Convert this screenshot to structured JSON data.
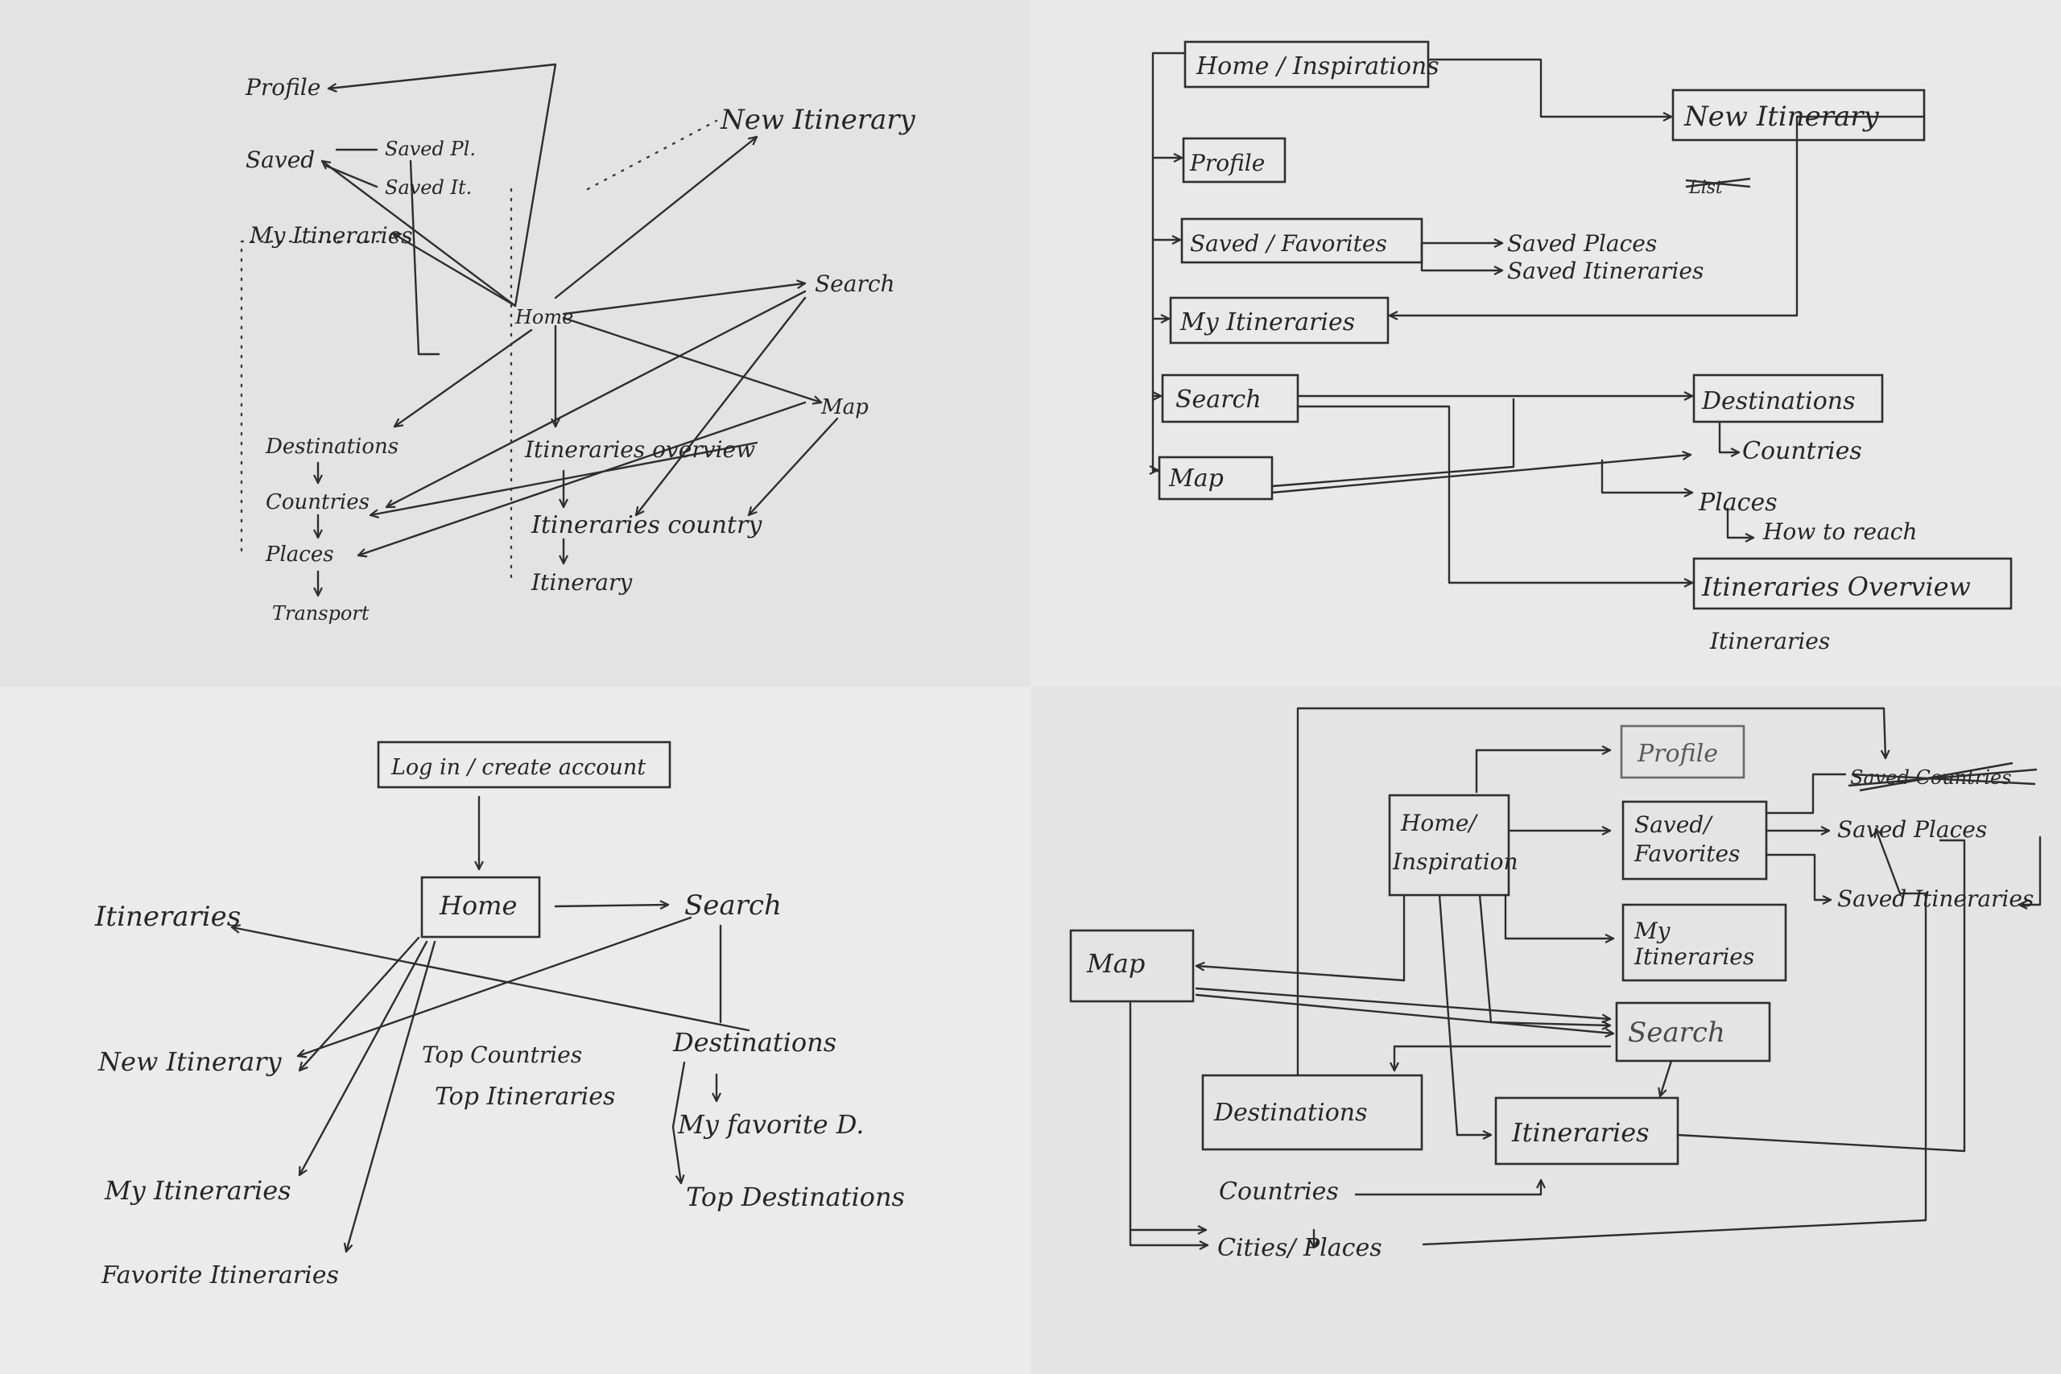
{
  "panels": {
    "top_left": {
      "nodes": {
        "profile": "Profile",
        "saved": "Saved",
        "saved_pl": "Saved Pl.",
        "saved_it": "Saved It.",
        "my_itineraries": "My Itineraries",
        "new_itinerary": "New Itinerary",
        "home": "Home",
        "search": "Search",
        "map": "Map",
        "destinations": "Destinations",
        "countries": "Countries",
        "places": "Places",
        "transport": "Transport",
        "itineraries_overview": "Itineraries overview",
        "itineraries_country": "Itineraries country",
        "itinerary": "Itinerary"
      }
    },
    "top_right": {
      "nodes": {
        "home_inspirations": "Home / Inspirations",
        "new_itinerary": "New Itinerary",
        "list_crossed": "List",
        "profile": "Profile",
        "saved_favorites": "Saved / Favorites",
        "saved_places": "Saved Places",
        "saved_itineraries": "Saved Itineraries",
        "my_itineraries": "My Itineraries",
        "search": "Search",
        "map": "Map",
        "destinations": "Destinations",
        "countries": "Countries",
        "places": "Places",
        "how_to_reach": "How to reach",
        "itineraries_overview": "Itineraries Overview",
        "itineraries": "Itineraries"
      }
    },
    "bottom_left": {
      "nodes": {
        "login": "Log in / create account",
        "home": "Home",
        "search": "Search",
        "itineraries": "Itineraries",
        "new_itinerary": "New Itinerary",
        "top_countries": "Top Countries",
        "top_itineraries": "Top Itineraries",
        "destinations": "Destinations",
        "my_favorite_d": "My favorite D.",
        "top_destinations": "Top Destinations",
        "my_itineraries": "My Itineraries",
        "favorite_itineraries": "Favorite Itineraries"
      }
    },
    "bottom_right": {
      "nodes": {
        "profile": "Profile",
        "saved_countries_crossed": "Saved Countries",
        "home_inspiration": [
          "Home/",
          "Inspiration"
        ],
        "saved_favorites": [
          "Saved/",
          "Favorites"
        ],
        "saved_places": "Saved Places",
        "saved_itineraries": "Saved Itineraries",
        "my_itineraries": [
          "My",
          "Itineraries"
        ],
        "map": "Map",
        "search": "Search",
        "destinations": "Destinations",
        "itineraries": "Itineraries",
        "countries": "Countries",
        "cities_places": "Cities/ Places"
      }
    }
  }
}
